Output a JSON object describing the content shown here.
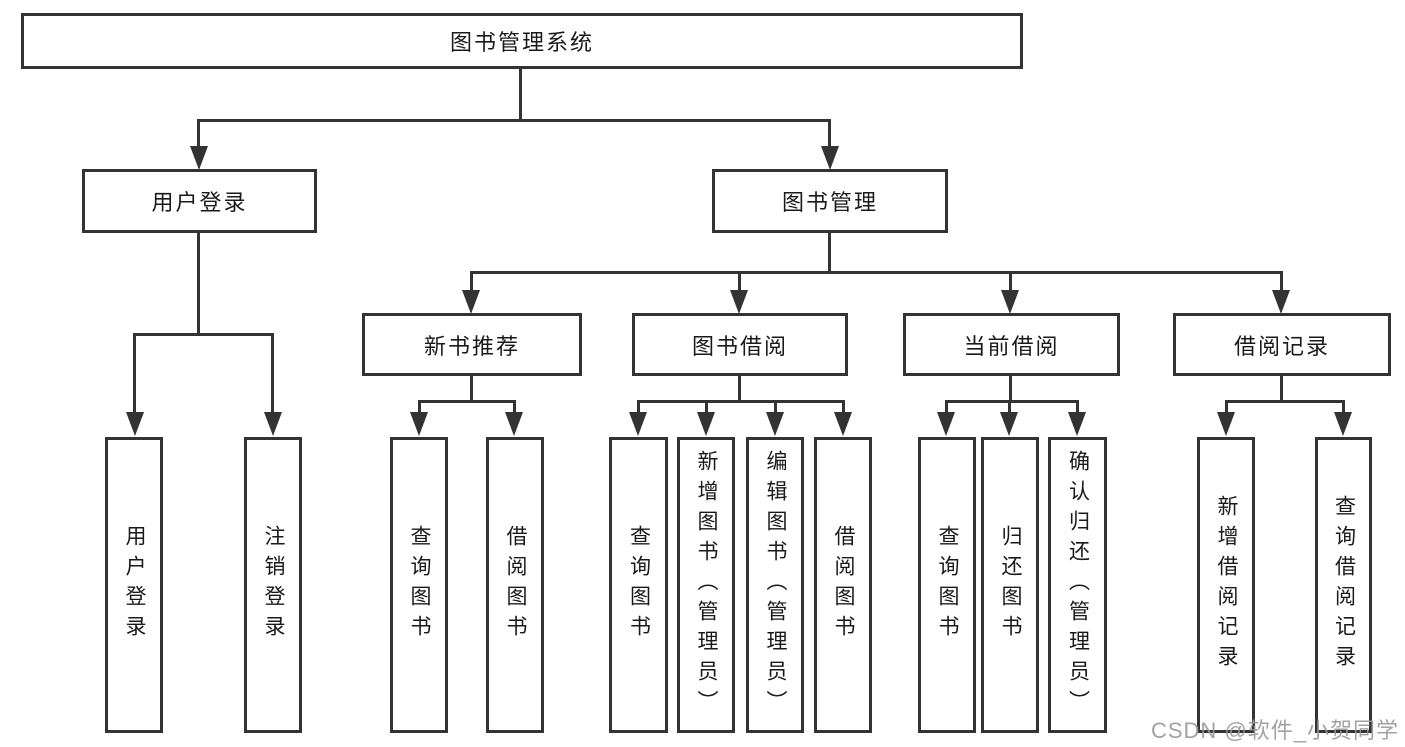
{
  "diagram": {
    "root": {
      "label": "图书管理系统"
    },
    "level2": [
      {
        "label": "用户登录",
        "children": [
          "用户登录",
          "注销登录"
        ]
      },
      {
        "label": "图书管理",
        "children": [
          {
            "label": "新书推荐",
            "children": [
              "查询图书",
              "借阅图书"
            ]
          },
          {
            "label": "图书借阅",
            "children": [
              "查询图书",
              "新增图书（管理员）",
              "编辑图书（管理员）",
              "借阅图书"
            ]
          },
          {
            "label": "当前借阅",
            "children": [
              "查询图书",
              "归还图书",
              "确认归还（管理员）"
            ]
          },
          {
            "label": "借阅记录",
            "children": [
              "新增借阅记录",
              "查询借阅记录"
            ]
          }
        ]
      }
    ]
  },
  "watermark": {
    "text": "CSDN @软件_小贺同学"
  },
  "colors": {
    "background": "#ffffff",
    "line": "#333333",
    "node_border": "#333333",
    "node_text": "#1a1a1a",
    "watermark_text": "#989898"
  }
}
